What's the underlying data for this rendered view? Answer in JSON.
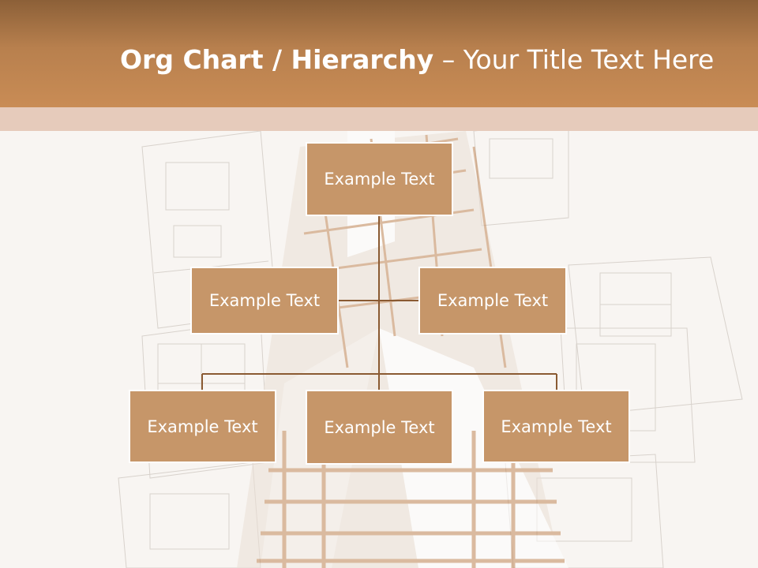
{
  "slide": {
    "title_bold": "Org Chart / Hierarchy",
    "title_dash": " – ",
    "title_rest": "Your Title Text Here"
  },
  "org_chart": {
    "root": "Example Text",
    "level2": [
      "Example Text",
      "Example Text"
    ],
    "level3": [
      "Example Text",
      "Example Text",
      "Example Text"
    ]
  },
  "colors": {
    "header": "#c98c55",
    "box_fill": "#c69669",
    "box_border": "#ffffff",
    "connector": "#8a5a32"
  }
}
